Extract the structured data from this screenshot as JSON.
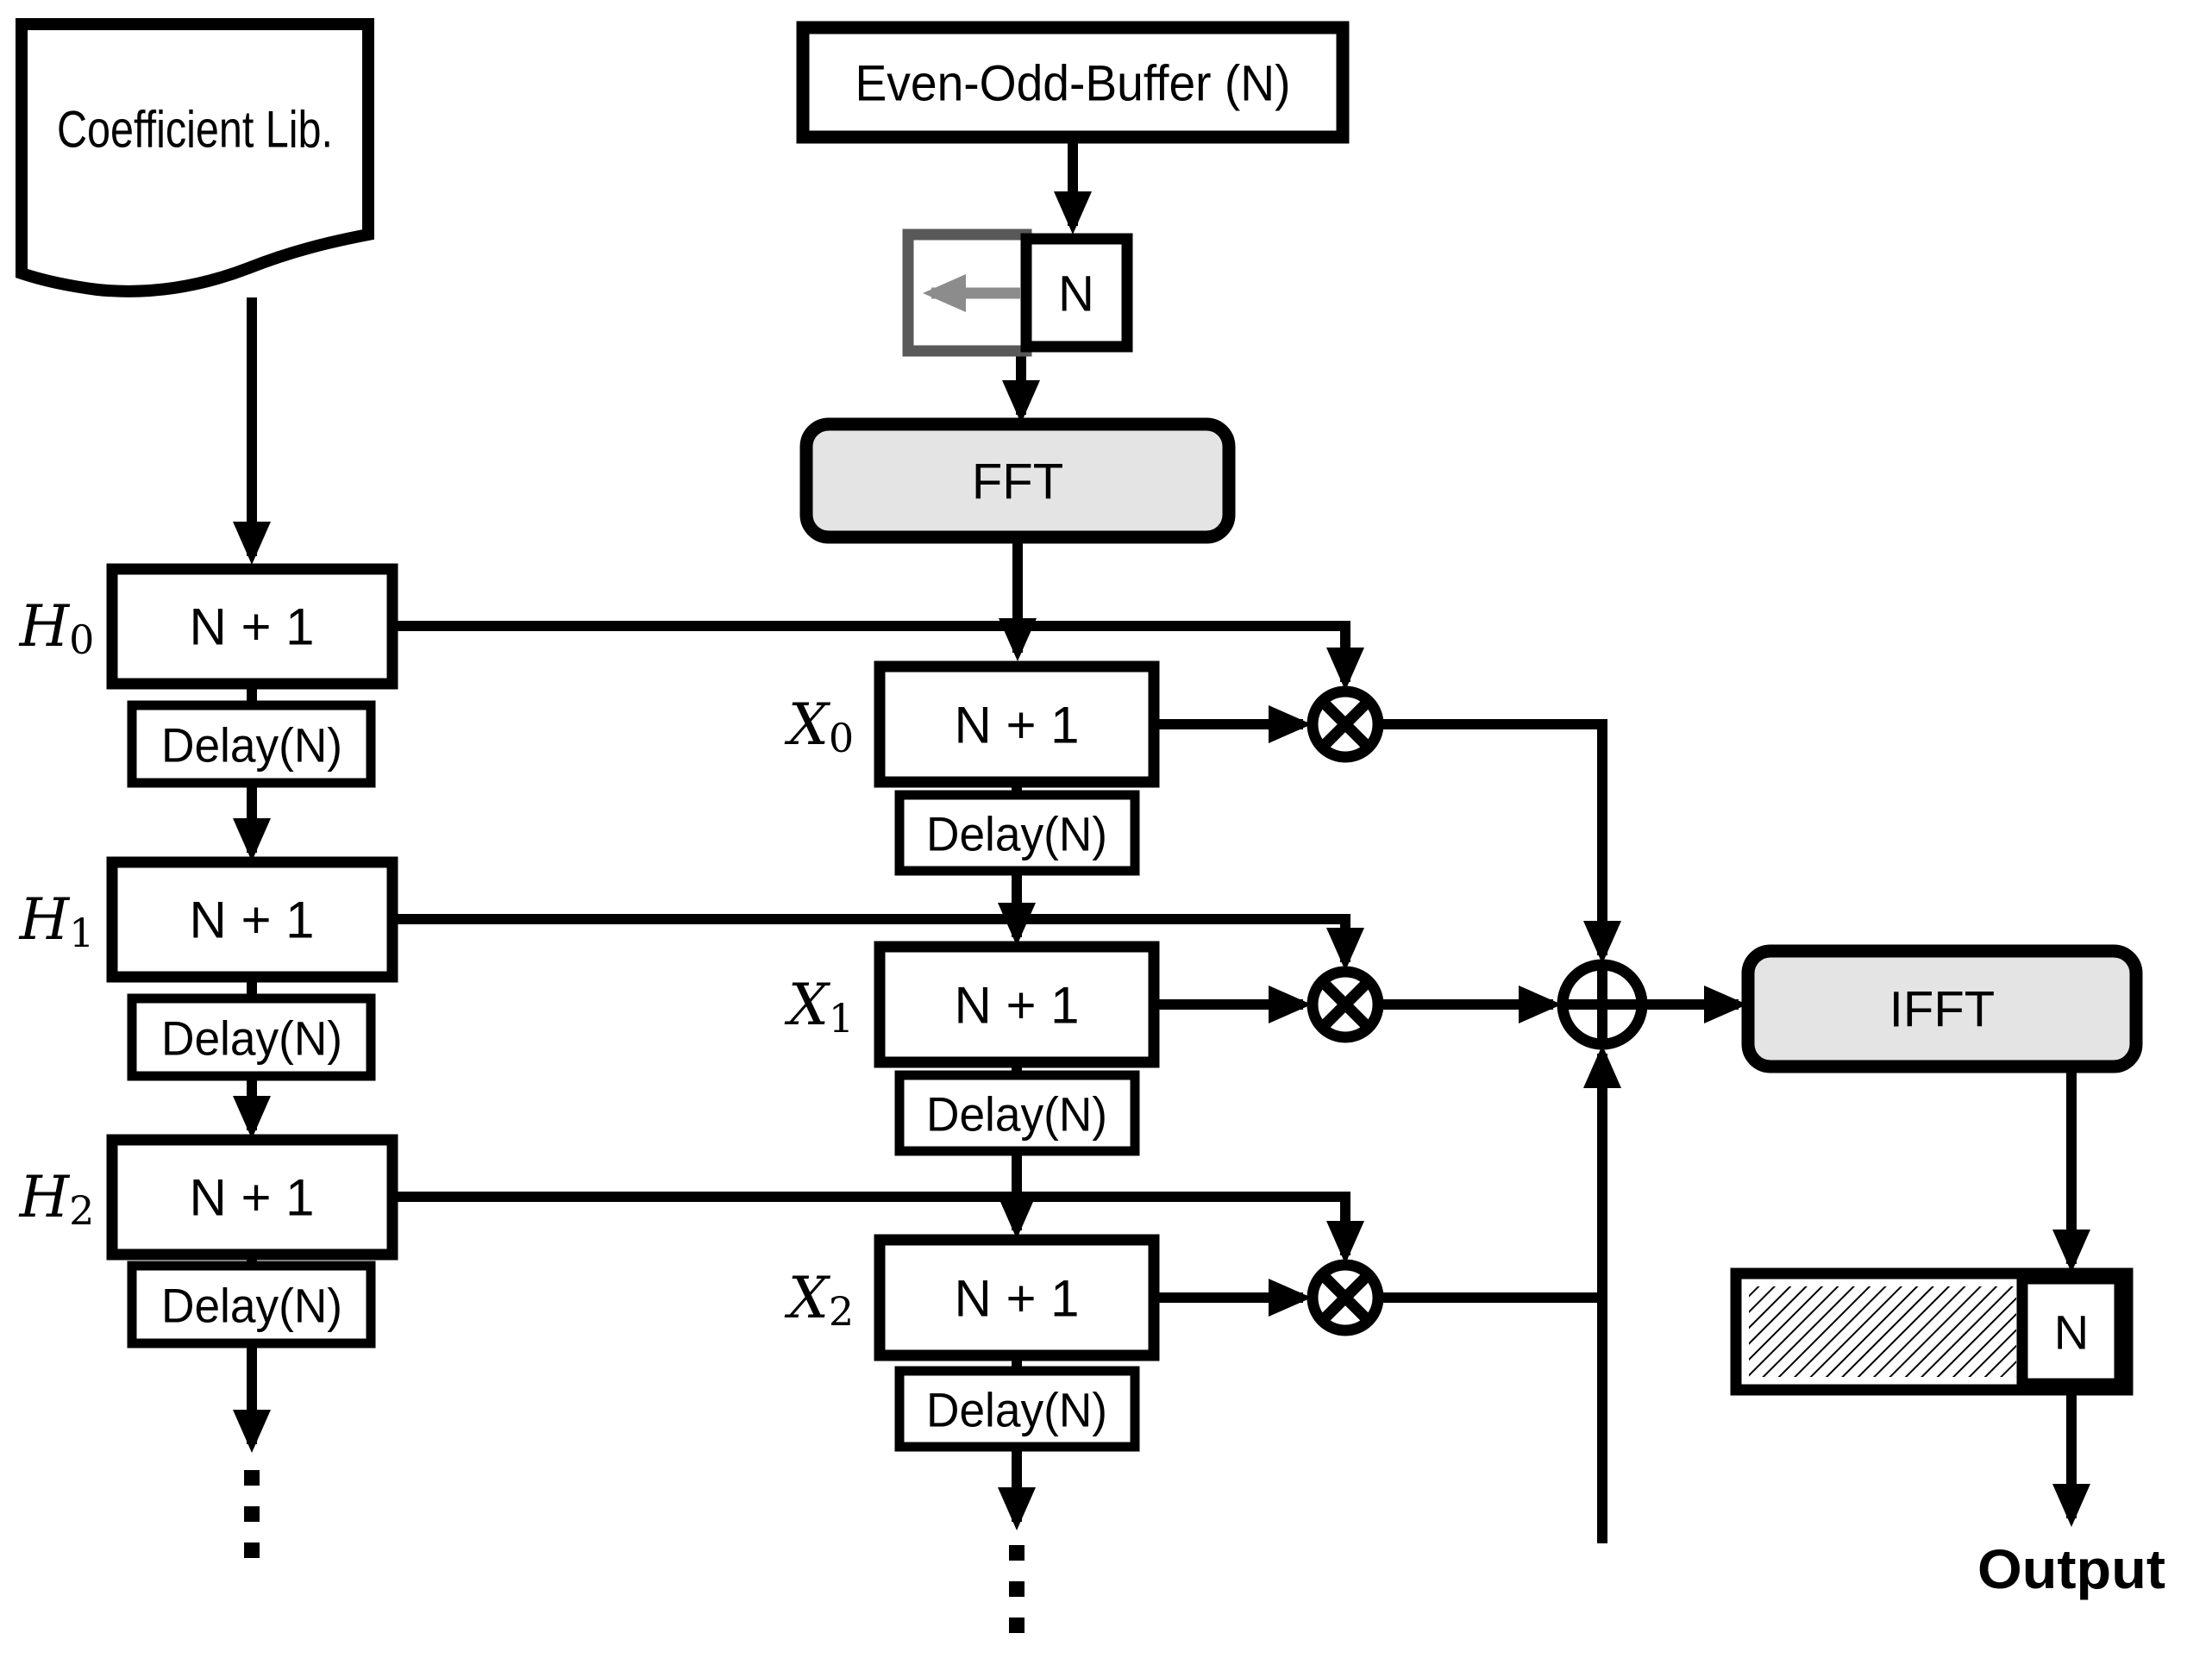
{
  "labels": {
    "coefficient_lib": "Coefficient Lib.",
    "even_odd_buffer": "Even-Odd-Buffer (N)",
    "input_cell_n": "N",
    "fft": "FFT",
    "ifft": "IFFT",
    "block_size": "N + 1",
    "delay": "Delay(N)",
    "output_cell_n": "N",
    "output": "Output"
  },
  "coefficient_rows": [
    {
      "base": "H",
      "sub": "0"
    },
    {
      "base": "H",
      "sub": "1"
    },
    {
      "base": "H",
      "sub": "2"
    }
  ],
  "spectrum_rows": [
    {
      "base": "X",
      "sub": "0"
    },
    {
      "base": "X",
      "sub": "1"
    },
    {
      "base": "X",
      "sub": "2"
    }
  ],
  "colors": {
    "line": "#000000",
    "module_fill": "#e4e4e4",
    "buffer_gray": "#595959",
    "buffer_arrow_gray": "#8c8c8c",
    "background": "#ffffff"
  }
}
